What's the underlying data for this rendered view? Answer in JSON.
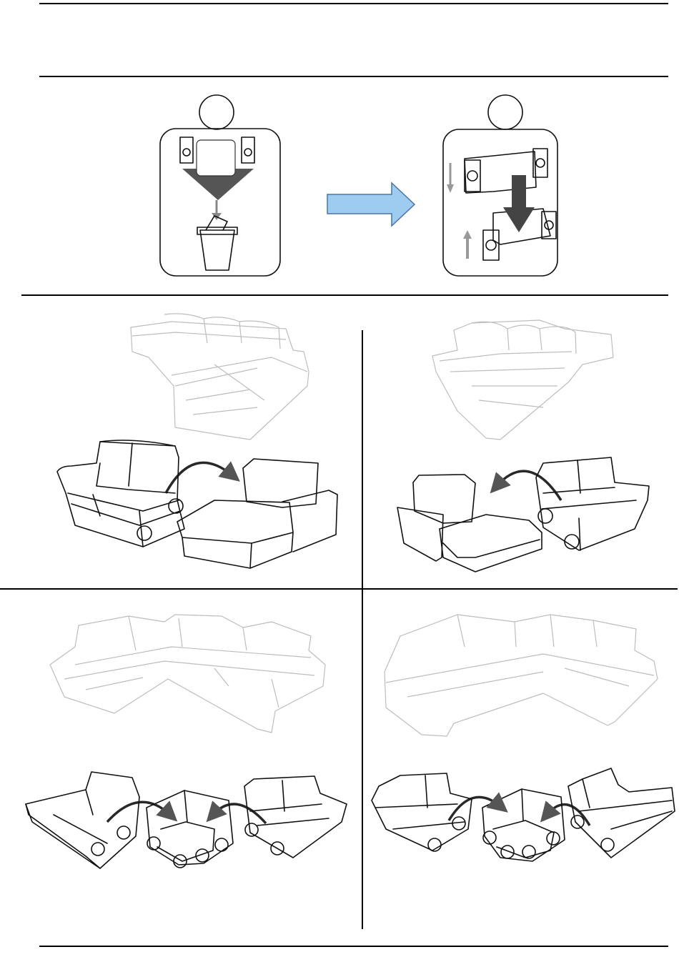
{
  "page": {
    "background": "#ffffff",
    "line_color": "#000000",
    "ghost_color": "#bdbdbd",
    "arrow_fill": "#9ecbf0",
    "arrow_stroke": "#4a74a8",
    "curve_arrow_color": "#555555"
  },
  "steps": [
    {
      "id": "step-a",
      "icon": "packaging-removal-icon",
      "badge_label": ""
    },
    {
      "id": "step-b",
      "icon": "connector-bracket-icon",
      "badge_label": ""
    }
  ],
  "panels": [
    {
      "id": "top-left",
      "illustration": "corner-sofa-right-chaise",
      "modules": 2
    },
    {
      "id": "top-right",
      "illustration": "corner-sofa-left-chaise",
      "modules": 2
    },
    {
      "id": "bottom-left",
      "illustration": "corner-sofa-left-corner",
      "modules": 3
    },
    {
      "id": "bottom-right",
      "illustration": "corner-sofa-right-corner",
      "modules": 3
    }
  ]
}
